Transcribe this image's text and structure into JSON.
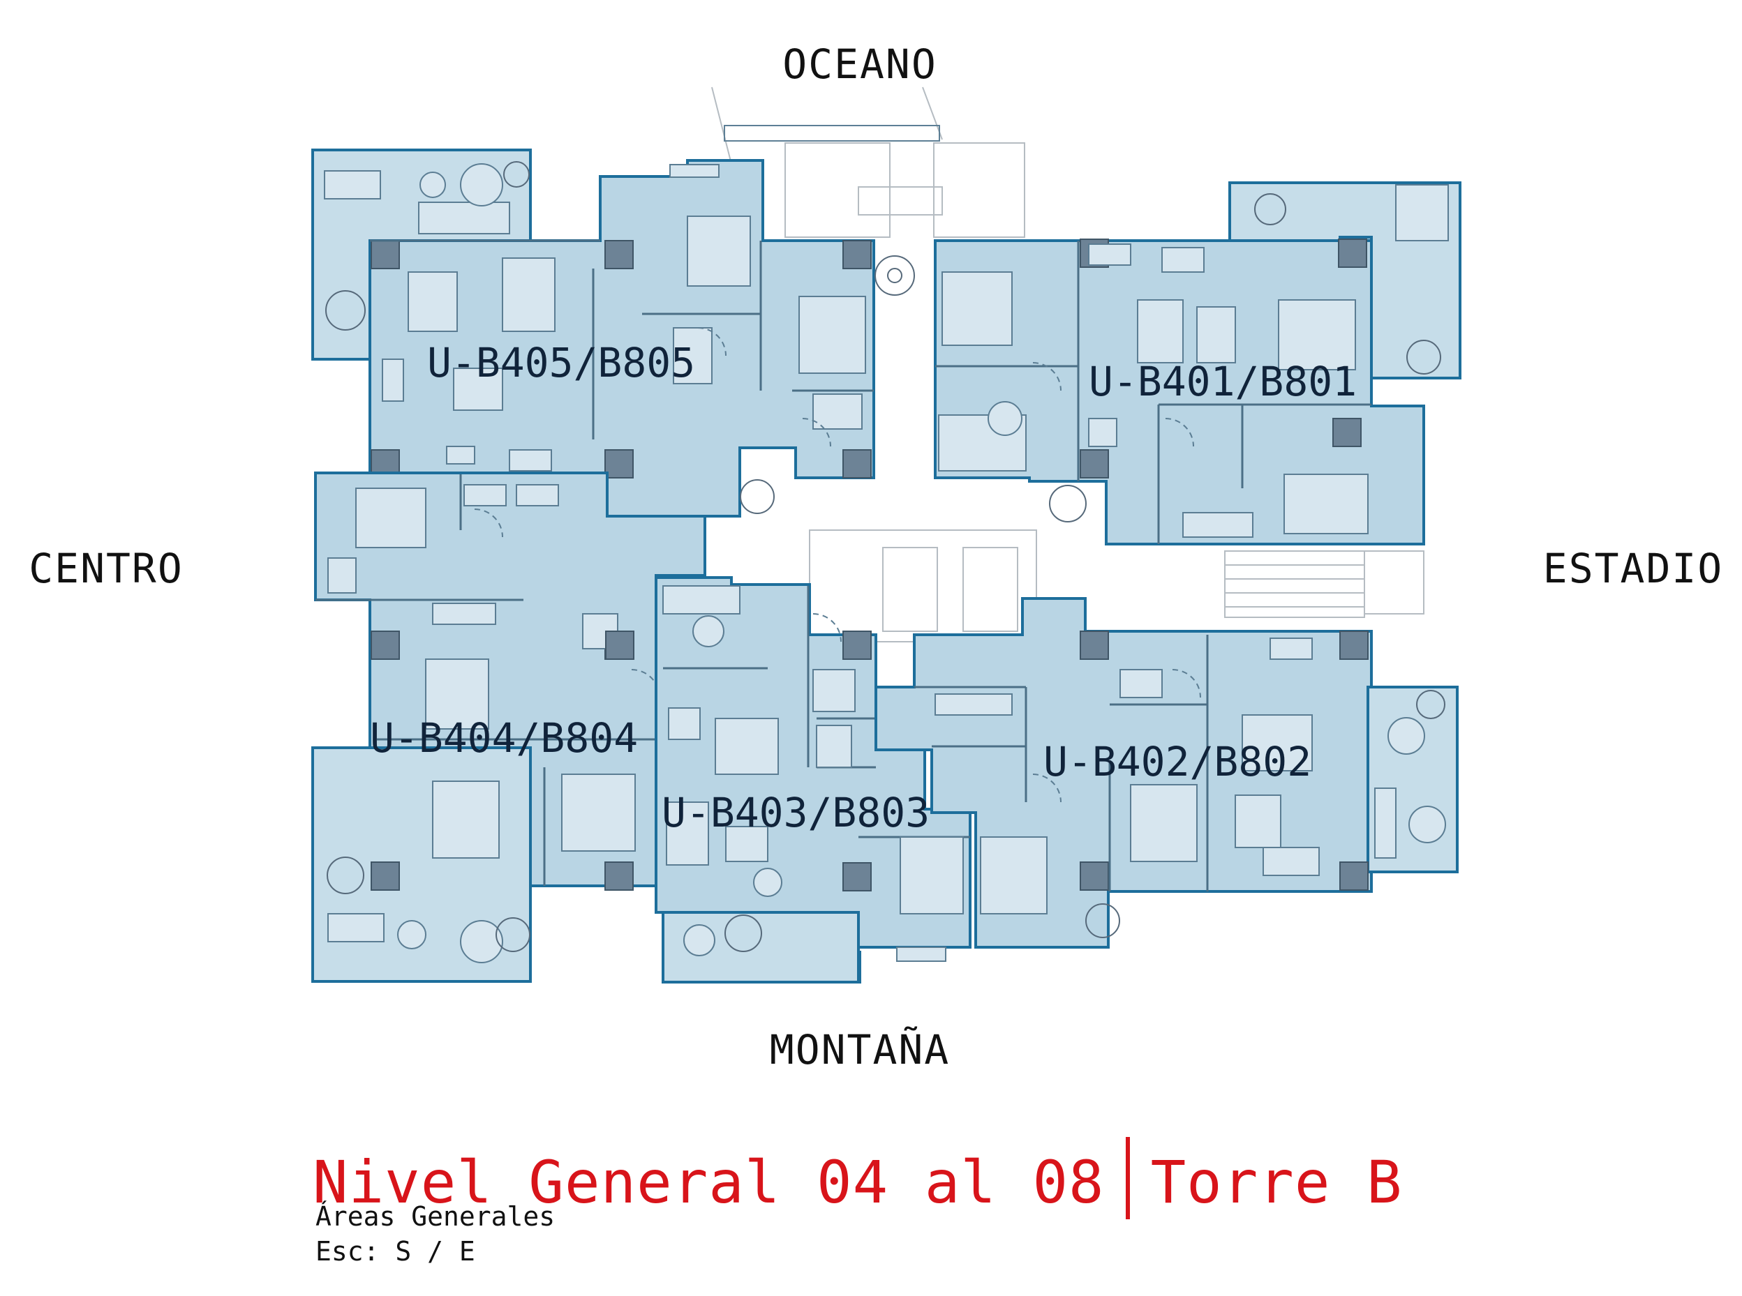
{
  "orientation": {
    "north": "OCEANO",
    "south": "MONTAÑA",
    "west": "CENTRO",
    "east": "ESTADIO"
  },
  "units": [
    {
      "code": "U-B405/B805"
    },
    {
      "code": "U-B401/B801"
    },
    {
      "code": "U-B404/B804"
    },
    {
      "code": "U-B403/B803"
    },
    {
      "code": "U-B402/B802"
    }
  ],
  "title": {
    "main": "Nivel General 04 al 08",
    "tower": "Torre B"
  },
  "subtitle": "Áreas Generales",
  "scale": "Esc:  S / E",
  "colors": {
    "unit_fill": "#b9d5e4",
    "unit_outline": "#1d6e9b",
    "columns": "#6d8396",
    "title_red": "#d8141a"
  }
}
